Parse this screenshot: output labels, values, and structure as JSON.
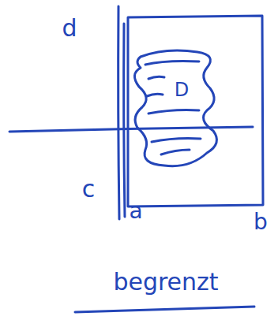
{
  "diagram": {
    "labels": [
      "d",
      "c",
      "a",
      "b",
      "D",
      "begrenzt"
    ]
  }
}
